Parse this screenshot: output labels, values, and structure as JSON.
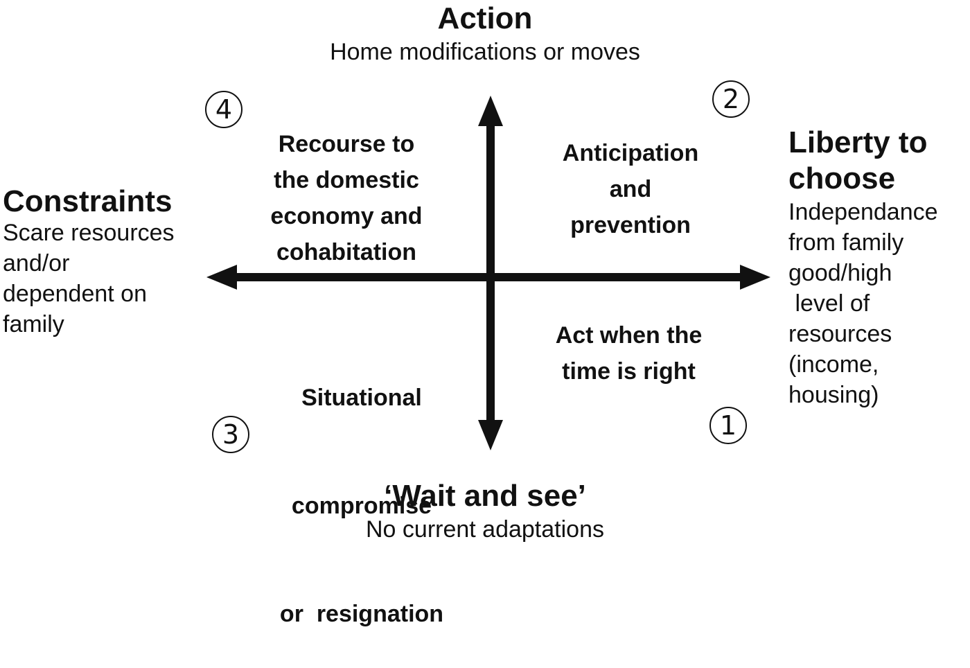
{
  "top": {
    "title": "Action",
    "subtitle": "Home modifications or moves"
  },
  "bottom": {
    "title": "‘Wait and see’",
    "subtitle": "No current adaptations"
  },
  "left": {
    "title": "Constraints",
    "lines": [
      "Scare resources",
      "and/or",
      "dependent on",
      "family"
    ]
  },
  "right": {
    "title_lines": [
      "Liberty to",
      "choose"
    ],
    "lines": [
      "Independance",
      "from family",
      "good/high",
      " level of",
      "resources",
      "(income,",
      "housing)"
    ]
  },
  "quadrants": {
    "top_left": [
      "Recourse to",
      "the domestic",
      "economy and",
      "cohabitation"
    ],
    "top_right": [
      "Anticipation",
      "and",
      "prevention"
    ],
    "bottom_left": [
      "Situational",
      "compromise",
      "or  resignation"
    ],
    "bottom_right": [
      "Act when the",
      "time is right"
    ]
  },
  "markers": {
    "one": "1",
    "two": "2",
    "three": "3",
    "four": "4"
  },
  "colors": {
    "ink": "#111111",
    "background": "#ffffff"
  }
}
